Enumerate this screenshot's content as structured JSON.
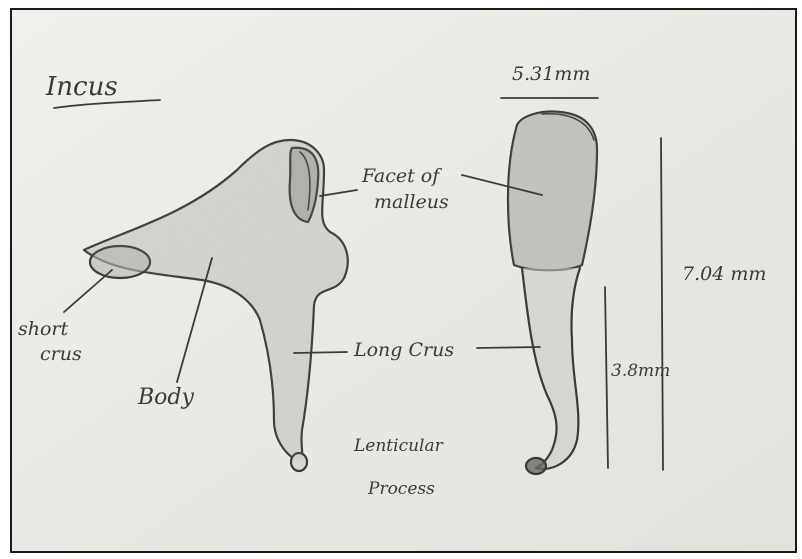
{
  "title": "Incus",
  "labels": {
    "facet_of_malleus_line1": "Facet of",
    "facet_of_malleus_line2": "malleus",
    "short_crus_line1": "short",
    "short_crus_line2": "crus",
    "body": "Body",
    "long_crus": "Long Crus",
    "lenticular_line1": "Lenticular",
    "lenticular_line2": "Process"
  },
  "dimensions": {
    "width": "5.31mm",
    "height": "7.04 mm",
    "long_crus_length": "3.8mm"
  },
  "colors": {
    "paper": "#ecebe6",
    "pencil": "#3a3a3a",
    "shade": "#b9b8b2"
  }
}
